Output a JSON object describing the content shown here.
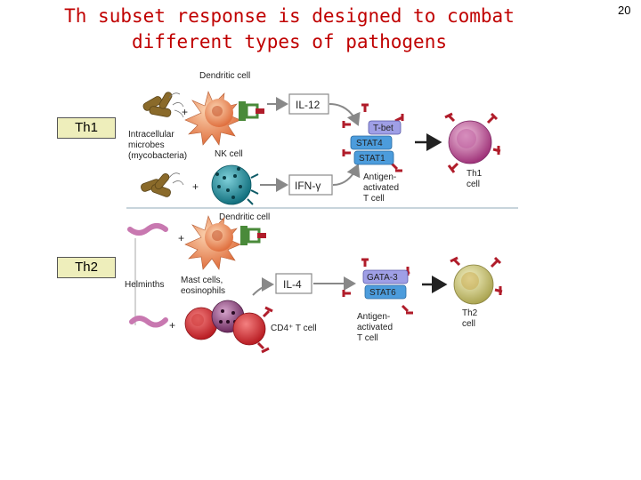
{
  "slide": {
    "title_line1": "Th subset response is designed to combat",
    "title_line2": "different types of pathogens",
    "page_number": "20"
  },
  "labels": {
    "th1": "Th1",
    "th2": "Th2"
  },
  "diagram": {
    "th1": {
      "dendritic_cell": "Dendritic cell",
      "pathogen_line1": "Intracellular",
      "pathogen_line2": "microbes",
      "pathogen_line3": "(mycobacteria)",
      "nk_cell": "NK cell",
      "cytokine1": "IL-12",
      "cytokine2": "IFN-γ",
      "tf1": "T-bet",
      "tf2": "STAT4",
      "tf3": "STAT1",
      "activated_line1": "Antigen-",
      "activated_line2": "activated",
      "activated_line3": "T cell",
      "result_line1": "Th1",
      "result_line2": "cell",
      "plus": "+"
    },
    "th2": {
      "dendritic_cell": "Dendritic cell",
      "pathogen": "Helminths",
      "mast_line1": "Mast cells,",
      "mast_line2": "eosinophils",
      "cd4": "CD4⁺ T cell",
      "cytokine": "IL-4",
      "tf1": "GATA-3",
      "tf2": "STAT6",
      "activated_line1": "Antigen-",
      "activated_line2": "activated",
      "activated_line3": "T cell",
      "result_line1": "Th2",
      "result_line2": "cell",
      "plus": "+"
    }
  },
  "colors": {
    "title": "#c00000",
    "label_box": "#eeeebb",
    "dendritic": "#e8845a",
    "nk": "#1f8a9a",
    "th1_cell": "#b0408a",
    "th2_cell": "#c9c46a",
    "receptor": "#b01c2a",
    "tbet": "#9f9fe6",
    "stat": "#4c9cdc",
    "helminth": "#c878b0",
    "mycobacteria": "#8a6a2a"
  }
}
